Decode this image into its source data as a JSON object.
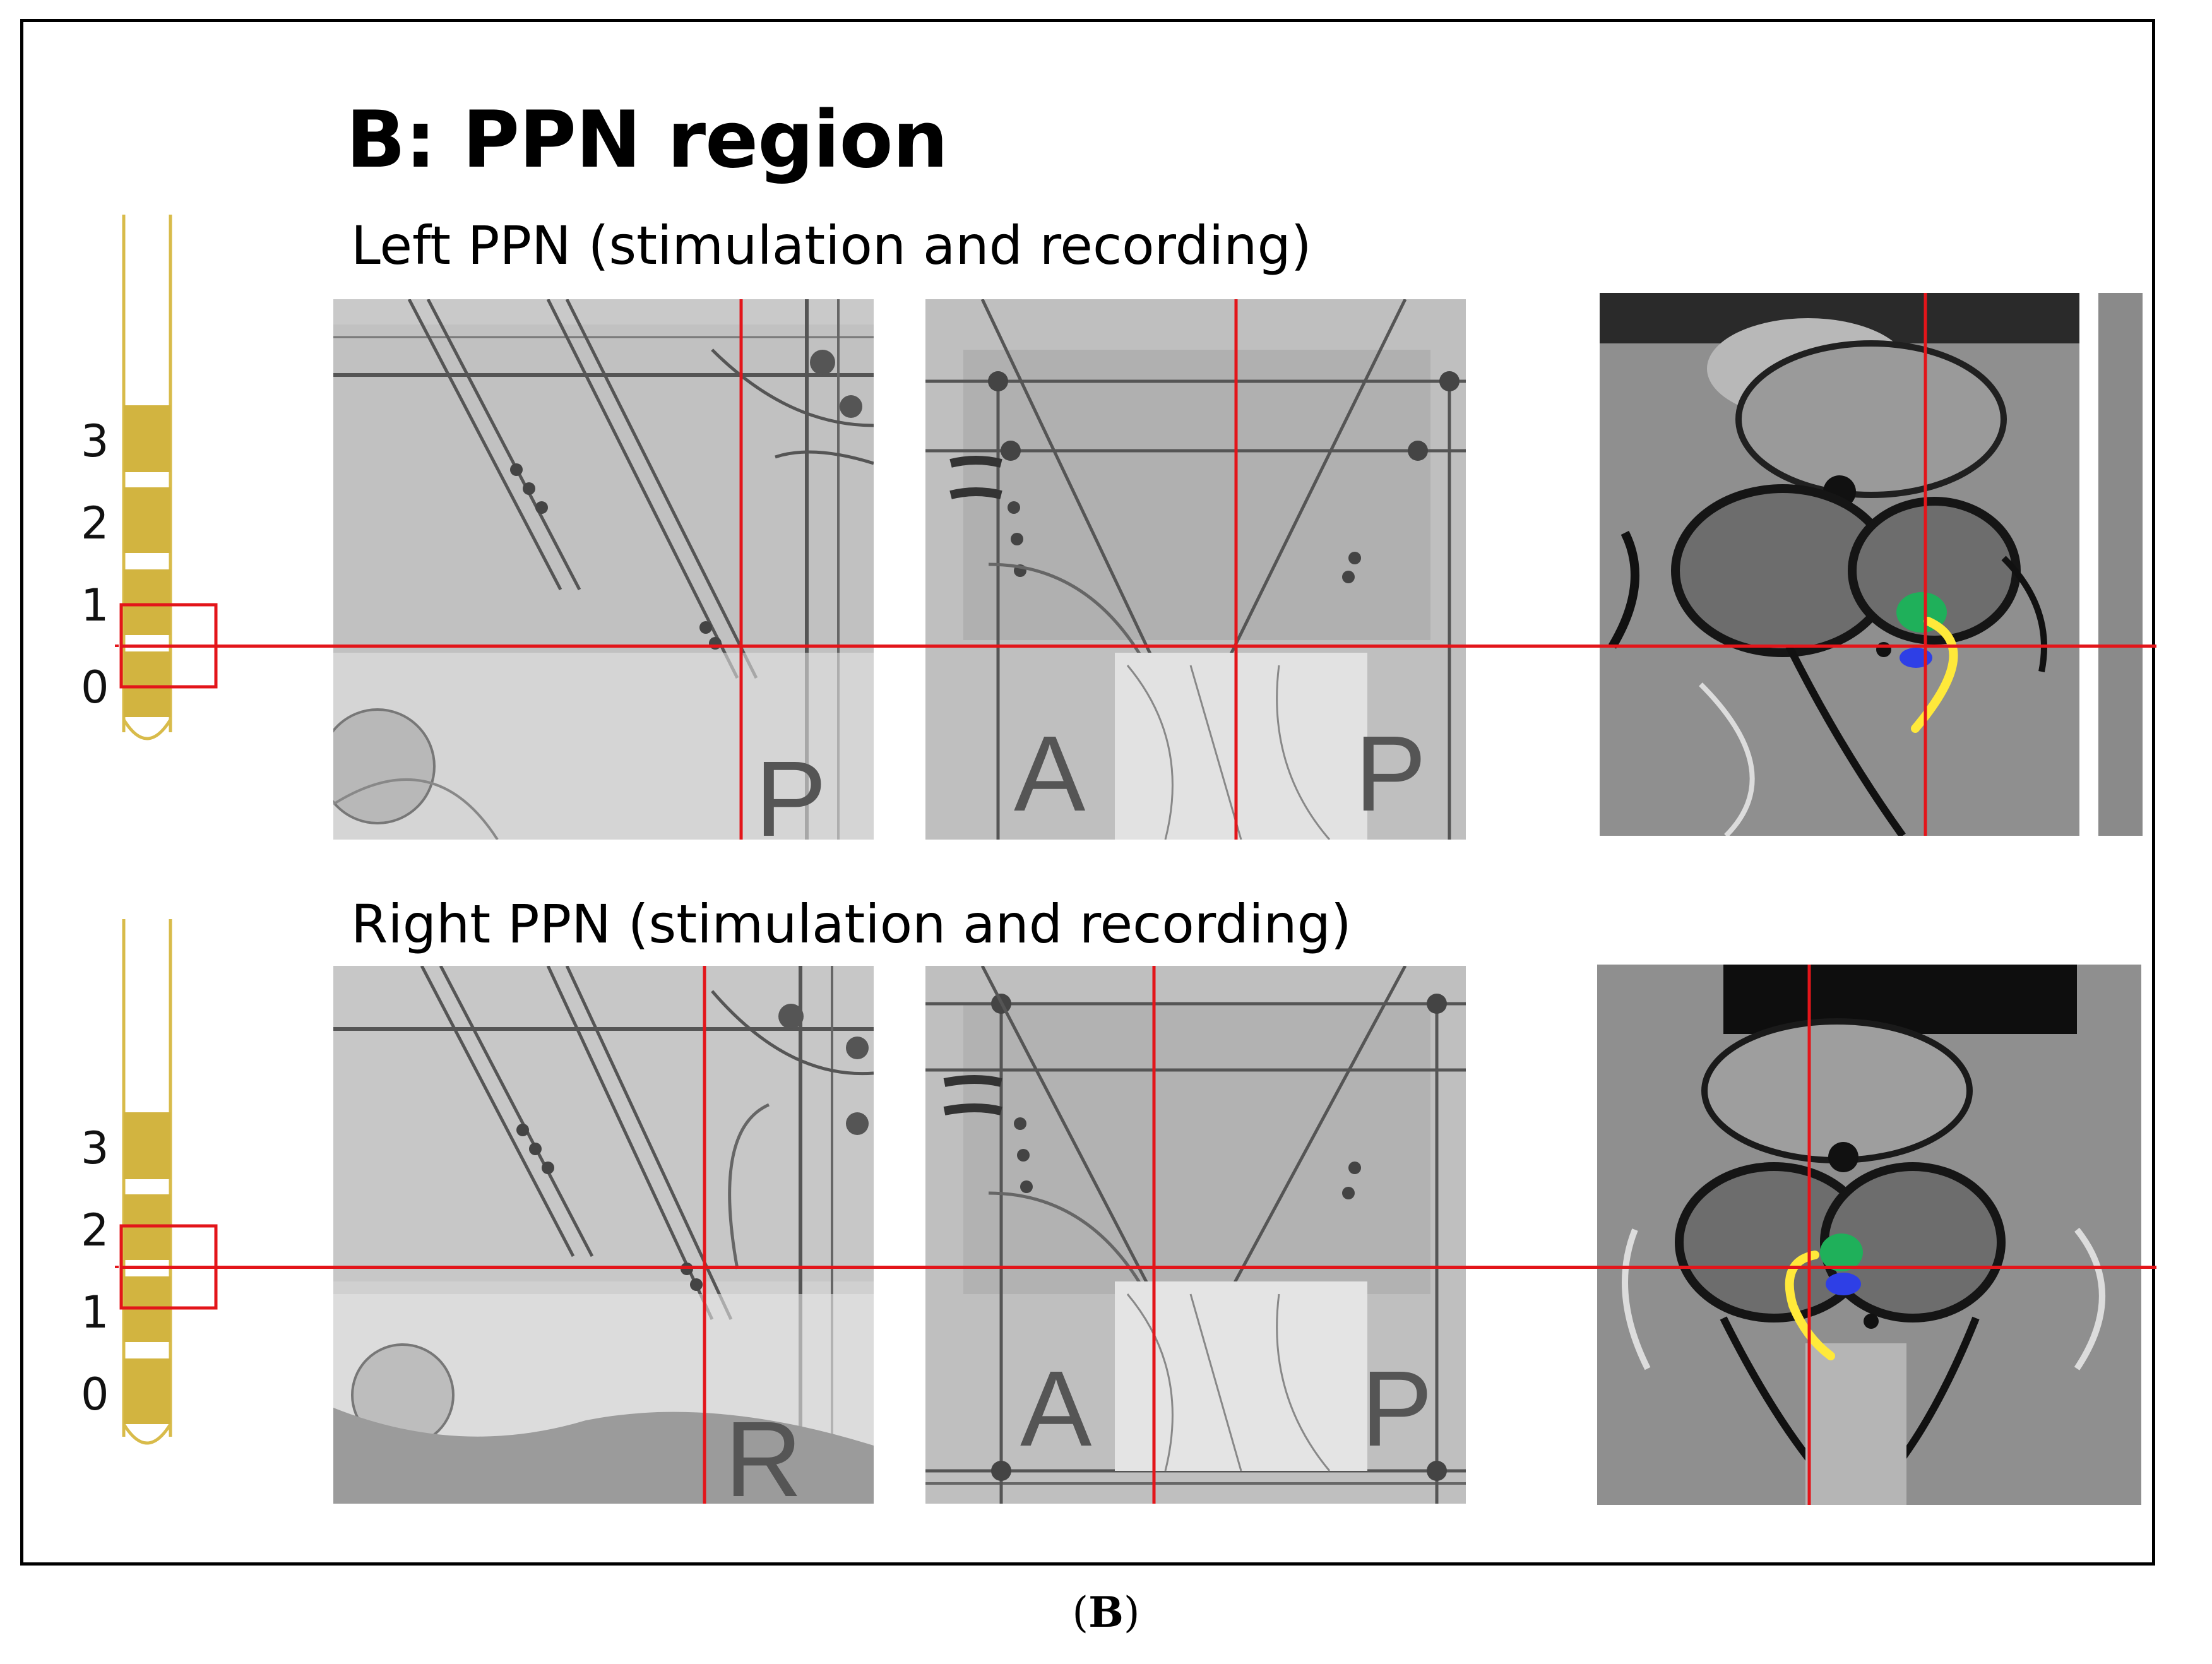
{
  "figure": {
    "title": "B: PPN region",
    "caption_label": "B",
    "colors": {
      "target_line": "#e3151a",
      "contact": "#d8bb4a",
      "ppn_marker": "#1fb05a",
      "secondary_marker": "#2e3fe6",
      "landmark": "#ffe93a"
    }
  },
  "left_row": {
    "subtitle": "Left PPN (stimulation and recording)",
    "contact_numbers": [
      "3",
      "2",
      "1",
      "0"
    ]
  },
  "right_row": {
    "subtitle": "Right PPN (stimulation and recording)",
    "contact_numbers": [
      "3",
      "2",
      "1",
      "0"
    ]
  },
  "panels": {
    "xray_lateral_letter_top": "P",
    "xray_lateral_letter_bottom": "R",
    "xray_ap_letter_a": "A",
    "xray_ap_letter_p": "P"
  }
}
